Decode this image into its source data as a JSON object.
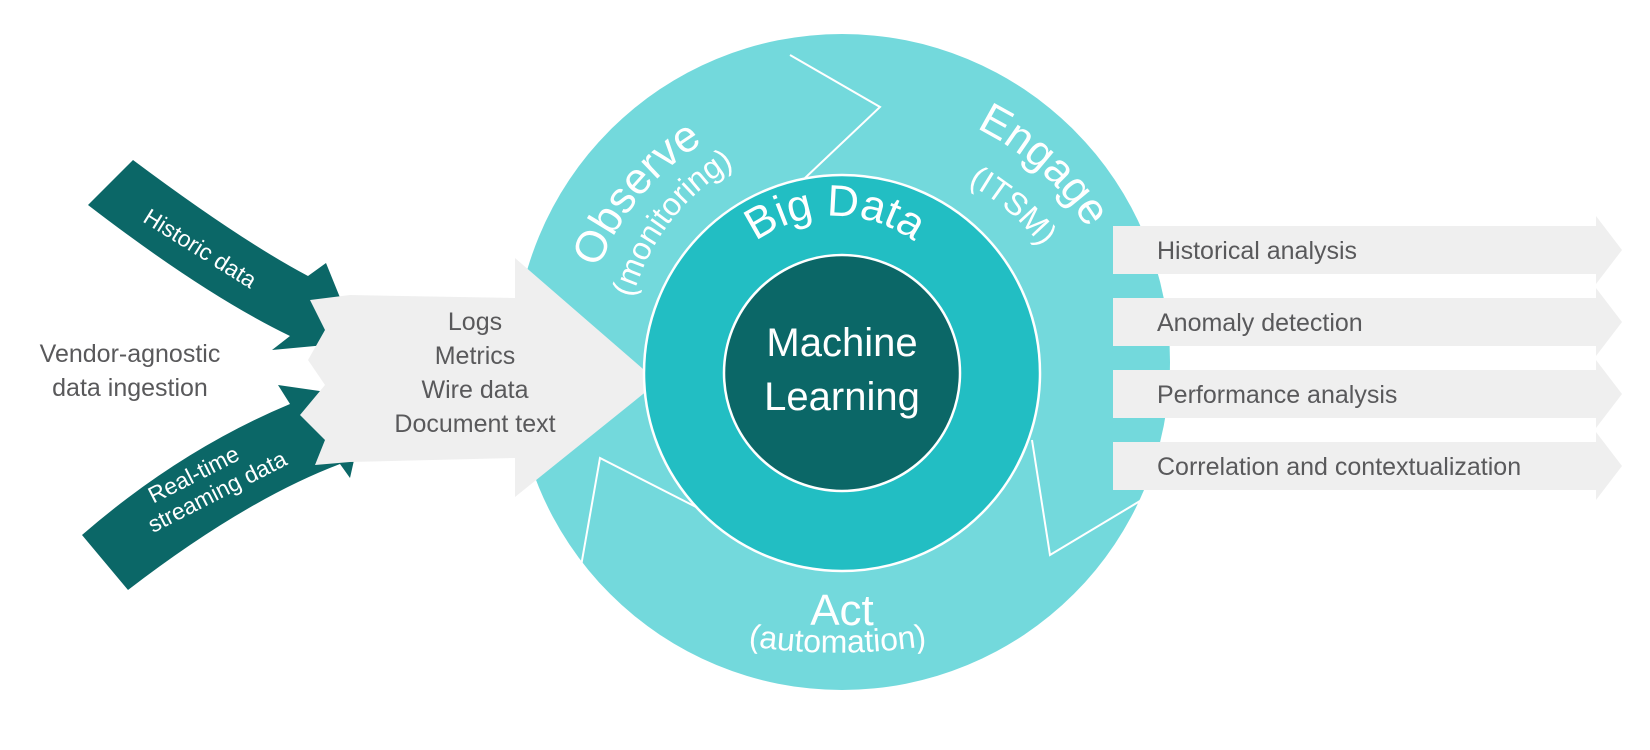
{
  "inputs": {
    "historic_label": "Historic data",
    "realtime_label_line1": "Real-time",
    "realtime_label_line2": "streaming data",
    "ingestion_line1": "Vendor-agnostic",
    "ingestion_line2": "data ingestion"
  },
  "data_types": [
    "Logs",
    "Metrics",
    "Wire data",
    "Document text"
  ],
  "cycle": {
    "observe": {
      "title": "Observe",
      "subtitle": "(monitoring)"
    },
    "engage": {
      "title": "Engage",
      "subtitle": "(ITSM)"
    },
    "act": {
      "title": "Act",
      "subtitle": "(automation)"
    }
  },
  "core": {
    "ring_label": "Big Data",
    "center_line1": "Machine",
    "center_line2": "Learning"
  },
  "outputs": [
    "Historical analysis",
    "Anomaly detection",
    "Performance analysis",
    "Correlation and contextualization"
  ],
  "colors": {
    "dark_teal": "#0b6767",
    "mid_teal": "#22bec3",
    "light_teal": "#73d9dc",
    "light_gray": "#efefef",
    "text_gray": "#59595b",
    "white": "#ffffff"
  }
}
